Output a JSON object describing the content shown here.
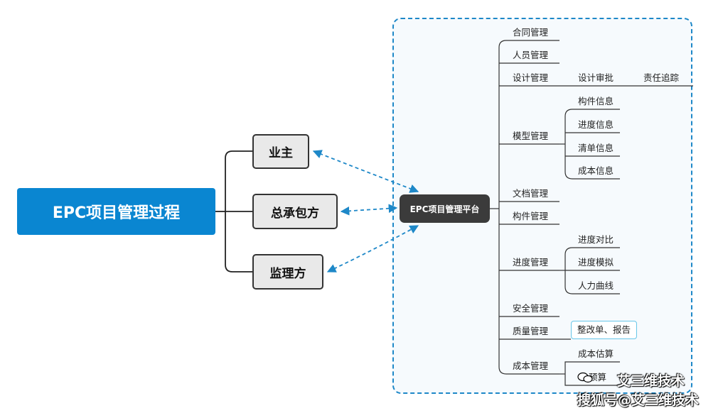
{
  "root": {
    "label": "EPC项目管理过程"
  },
  "parties": [
    {
      "label": "业主"
    },
    {
      "label": "总承包方"
    },
    {
      "label": "监理方"
    }
  ],
  "platform": {
    "label": "EPC项目管理平台"
  },
  "modules": [
    {
      "label": "合同管理"
    },
    {
      "label": "人员管理"
    },
    {
      "label": "设计管理",
      "children": [
        {
          "label": "设计审批",
          "children": [
            {
              "label": "责任追踪"
            }
          ]
        }
      ]
    },
    {
      "label": "模型管理",
      "children": [
        {
          "label": "构件信息"
        },
        {
          "label": "进度信息"
        },
        {
          "label": "清单信息"
        },
        {
          "label": "成本信息"
        }
      ]
    },
    {
      "label": "文档管理"
    },
    {
      "label": "构件管理"
    },
    {
      "label": "进度管理",
      "children": [
        {
          "label": "进度对比"
        },
        {
          "label": "进度模拟"
        },
        {
          "label": "人力曲线"
        }
      ]
    },
    {
      "label": "安全管理"
    },
    {
      "label": "质量管理",
      "children": [
        {
          "label": "整改单、报告"
        }
      ]
    },
    {
      "label": "成本管理",
      "children": [
        {
          "label": "成本估算"
        },
        {
          "label": "预算"
        }
      ]
    }
  ],
  "watermark": {
    "line1": "艾三维技术",
    "line2": "搜狐号@艾三维技术"
  },
  "colors": {
    "root": "#0a86d1",
    "platform": "#3b3b3b",
    "panel_border": "#1e88c8",
    "arrow": "#1e88c8",
    "party_bg": "#e9e9e9"
  }
}
